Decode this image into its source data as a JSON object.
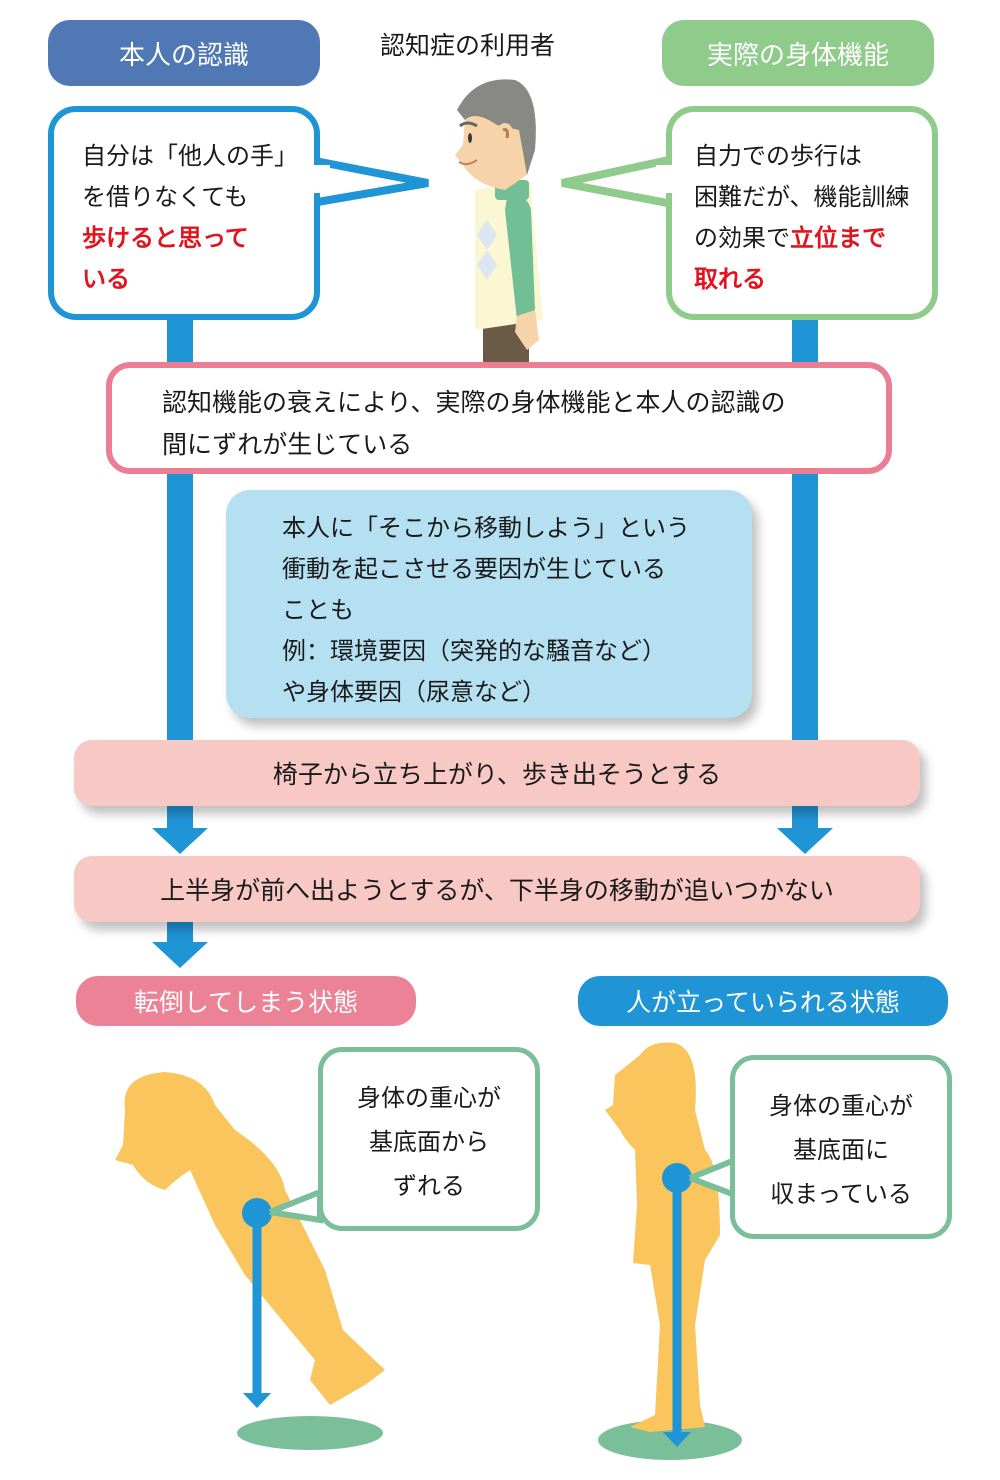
{
  "header": {
    "left_label": "本人の認識",
    "center_title": "認知症の利用者",
    "right_label": "実際の身体機能"
  },
  "left_bubble": {
    "line1": "自分は「他人の手」",
    "line2": "を借りなくても",
    "line3_red": "歩けると思って",
    "line4_red": "いる"
  },
  "right_bubble": {
    "line1": "自力での歩行は",
    "line2": "困難だが、機能訓練",
    "line3_prefix": "の効果で",
    "line3_red": "立位まで",
    "line4_red": "取れる"
  },
  "gap_box": {
    "line1": "認知機能の衰えにより、実際の身体機能と本人の認識の",
    "line2": "間にずれが生じている"
  },
  "factor_box": {
    "line1": "本人に「そこから移動しよう」という",
    "line2": "衝動を起こさせる要因が生じている",
    "line3": "ことも",
    "line4": "例：環境要因（突発的な騒音など）",
    "line5": "や身体要因（尿意など）"
  },
  "step1": "椅子から立ち上がり、歩き出そうとする",
  "step2": "上半身が前へ出ようとするが、下半身の移動が追いつかない",
  "outcomes": {
    "fall_label": "転倒してしまう状態",
    "stand_label": "人が立っていられる状態",
    "fall_bubble": {
      "line1": "身体の重心が",
      "line2": "基底面から",
      "line3": "ずれる"
    },
    "stand_bubble": {
      "line1": "身体の重心が",
      "line2": "基底面に",
      "line3": "収まっている"
    }
  },
  "colors": {
    "left_label_bg": "#4f78b5",
    "right_label_bg": "#8fcb8b",
    "left_bubble_border": "#2095d6",
    "right_bubble_border": "#8fcb8b",
    "gap_border": "#ec7e93",
    "factor_bg": "#b5e0f2",
    "step_bg": "#f7c8c4",
    "fall_label_bg": "#ec8295",
    "stand_label_bg": "#2095d6",
    "arrow": "#2095d6",
    "silhouette": "#f9c55c",
    "base": "#7abf9a",
    "emphasis_red": "#e0141e"
  }
}
